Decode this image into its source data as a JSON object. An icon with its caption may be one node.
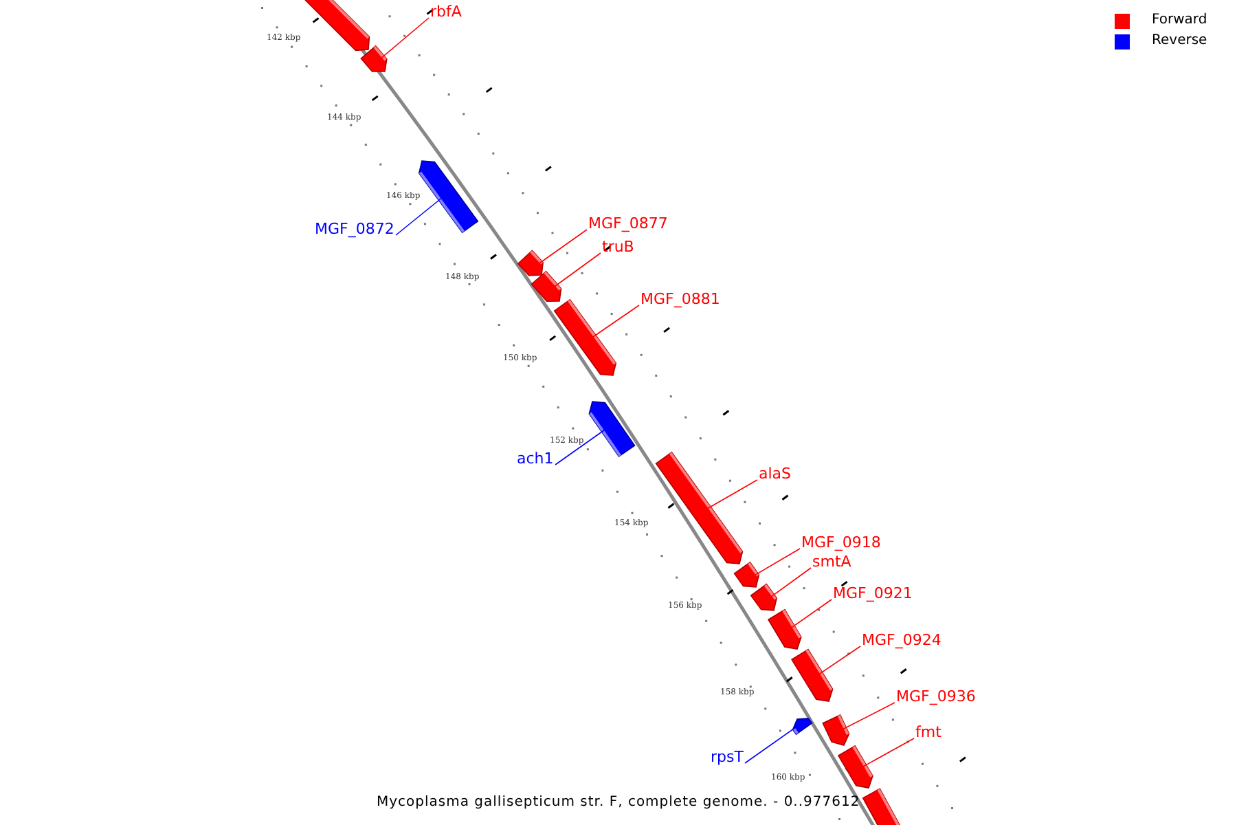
{
  "diagram": {
    "caption": "Mycoplasma gallisepticum str. F, complete genome. - 0..977612",
    "nodes": [
      {
        "text": [],
        "shape": "bar"
      },
      {
        "text": [
          "rbfA"
        ]
      },
      {
        "text": [],
        "shape": "bar"
      },
      {
        "text": [
          "MGF_0872"
        ]
      },
      {
        "text": [],
        "shape": "bar"
      },
      {
        "text": [
          "MGF_0877"
        ]
      },
      {
        "text": [],
        "shape": "bar"
      },
      {
        "text": [
          "truB"
        ]
      },
      {
        "text": [],
        "shape": "bar"
      },
      {
        "text": [
          "MGF_0881"
        ]
      },
      {
        "text": [],
        "shape": "bar"
      },
      {
        "text": [
          "ach1"
        ]
      },
      {
        "text": [],
        "shape": "bar"
      },
      {
        "text": [
          "alaS"
        ]
      },
      {
        "text": [],
        "shape": "bar"
      },
      {
        "text": [
          "MGF_0918"
        ]
      },
      {
        "text": [],
        "shape": "bar"
      },
      {
        "text": [
          "smtA"
        ]
      },
      {
        "text": [],
        "shape": "bar"
      },
      {
        "text": [
          "MGF_0921"
        ]
      },
      {
        "text": [],
        "shape": "bar"
      },
      {
        "text": [
          "MGF_0924"
        ]
      },
      {
        "text": [],
        "shape": "bar"
      },
      {
        "text": [
          "rpsT"
        ]
      },
      {
        "text": [],
        "shape": "bar"
      },
      {
        "text": [
          "MGF_0936"
        ]
      },
      {
        "text": [],
        "shape": "bar"
      },
      {
        "text": [
          "fmt"
        ]
      },
      {
        "text": [],
        "shape": "bar"
      },
      {
        "text": [],
        "shape": "bar"
      }
    ],
    "edges": [
      {
        "from": 1,
        "to": 2,
        "arrow": "none"
      },
      {
        "from": 3,
        "to": 4,
        "arrow": "none",
        "color": "#0000ff"
      },
      {
        "from": 5,
        "to": 6,
        "arrow": "none"
      },
      {
        "from": 7,
        "to": 8,
        "arrow": "none"
      },
      {
        "from": 9,
        "to": 10,
        "arrow": "none"
      },
      {
        "from": 11,
        "to": 12,
        "arrow": "none",
        "color": "#0000ff"
      },
      {
        "from": 13,
        "to": 14,
        "arrow": "none"
      },
      {
        "from": 15,
        "to": 16,
        "arrow": "none"
      },
      {
        "from": 17,
        "to": 18,
        "arrow": "none"
      },
      {
        "from": 19,
        "to": 20,
        "arrow": "none"
      },
      {
        "from": 21,
        "to": 22,
        "arrow": "none"
      },
      {
        "from": 23,
        "to": 24,
        "arrow": "none",
        "color": "#0000ff"
      },
      {
        "from": 25,
        "to": 26,
        "arrow": "none"
      },
      {
        "from": 27,
        "to": 28,
        "arrow": "none"
      }
    ],
    "labels": [
      "142 kbp",
      "144 kbp",
      "146 kbp",
      "148 kbp",
      "150 kbp",
      "152 kbp",
      "154 kbp",
      "156 kbp",
      "158 kbp",
      "160 kbp"
    ],
    "legend": [
      {
        "text": "Forward",
        "color": "#ff0000"
      },
      {
        "text": "Reverse",
        "color": "#0000ff"
      }
    ]
  }
}
